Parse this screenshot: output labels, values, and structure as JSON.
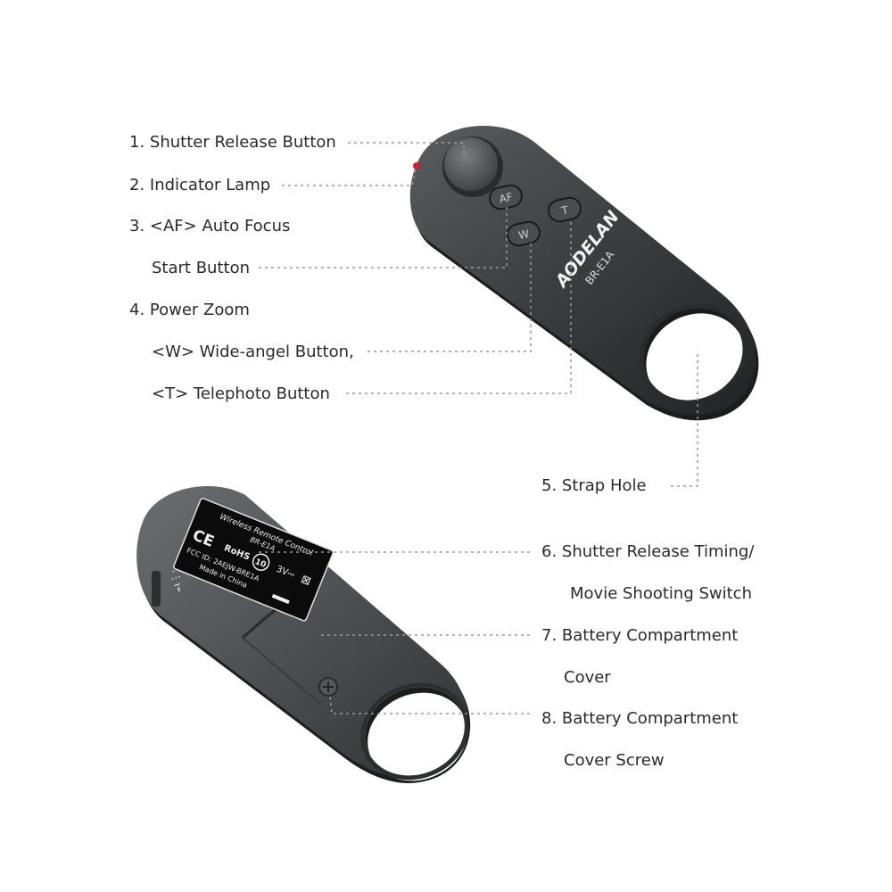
{
  "remote": {
    "brand": "AODELAN",
    "model": "BR-E1A",
    "buttons": {
      "af": "AF",
      "w": "W",
      "t": "T"
    }
  },
  "label_panel": {
    "line1": "Wireless Remote Control",
    "line2": "BR-E1A",
    "ce": "CE",
    "rohs": "RoHS",
    "ten": "10",
    "voltage": "3V⎓",
    "fcc": "FCC ID: 2AEJW-BRE1A",
    "origin": "Made in China"
  },
  "callouts": [
    {
      "id": "c1",
      "text": "1. Shutter Release Button"
    },
    {
      "id": "c2",
      "text": "2. Indicator Lamp"
    },
    {
      "id": "c3a",
      "text": "3. <AF> Auto Focus"
    },
    {
      "id": "c3b",
      "text": "Start Button"
    },
    {
      "id": "c4a",
      "text": "4. Power Zoom"
    },
    {
      "id": "c4b",
      "text": "<W> Wide-angel Button,"
    },
    {
      "id": "c4c",
      "text": "<T> Telephoto Button"
    },
    {
      "id": "c5",
      "text": "5. Strap Hole"
    },
    {
      "id": "c6a",
      "text": "6. Shutter Release Timing/"
    },
    {
      "id": "c6b",
      "text": "Movie Shooting Switch"
    },
    {
      "id": "c7a",
      "text": "7. Battery Compartment"
    },
    {
      "id": "c7b",
      "text": "Cover"
    },
    {
      "id": "c8a",
      "text": "8. Battery Compartment"
    },
    {
      "id": "c8b",
      "text": "Cover Screw"
    }
  ]
}
